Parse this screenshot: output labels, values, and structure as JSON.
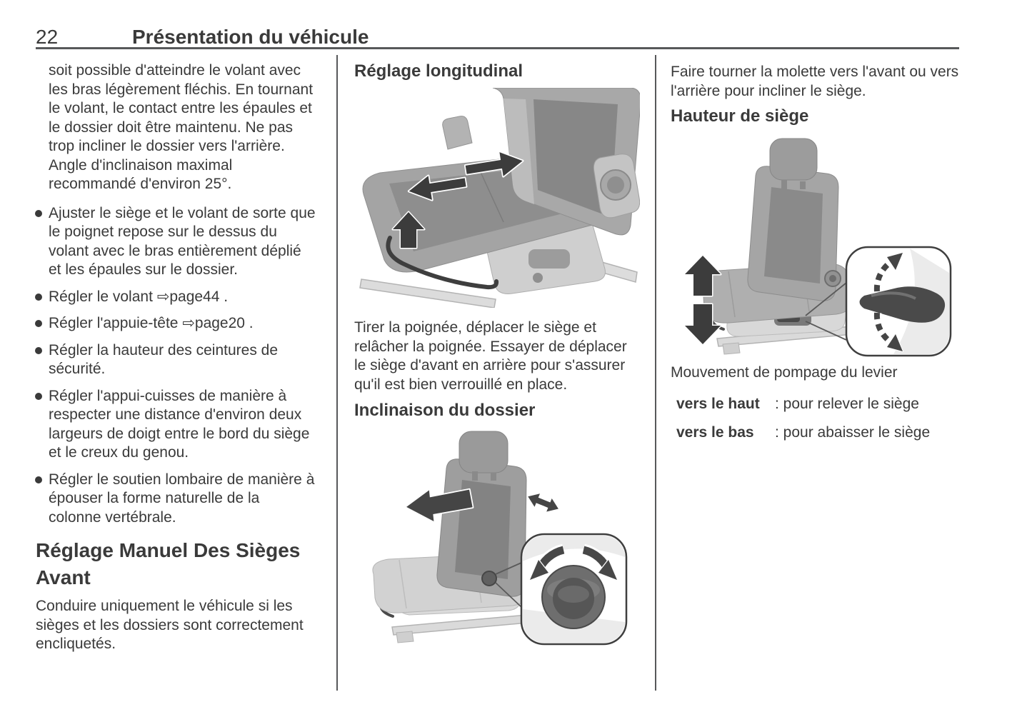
{
  "header": {
    "page_number": "22",
    "chapter_title": "Présentation du véhicule"
  },
  "left_column": {
    "intro_paragraph": "soit possible d'atteindre le volant avec les bras légèrement fléchis. En tournant le volant, le contact entre les épaules et le dossier doit être maintenu. Ne pas trop incliner le dossier vers l'arrière. Angle d'inclinaison maximal recommandé d'environ 25°.",
    "bullets": [
      "Ajuster le siège et le volant de sorte que le poignet repose sur le dessus du volant avec le bras entièrement déplié et les épaules sur le dossier.",
      "Régler le volant ⇨page44 .",
      "Régler l'appuie-tête ⇨page20 .",
      "Régler la hauteur des ceintures de sécurité.",
      "Régler l'appui-cuisses de manière à respecter une distance d'environ deux largeurs de doigt entre le bord du siège et le creux du genou.",
      "Régler le soutien lombaire de manière à épouser la forme naturelle de la colonne vertébrale."
    ],
    "section_heading": "Réglage Manuel Des Sièges Avant",
    "section_paragraph": "Conduire uniquement le véhicule si les sièges et les dossiers sont correctement encliquetés."
  },
  "middle_column": {
    "heading_longitudinal": "Réglage longitudinal",
    "figure_longitudinal": "seat-longitudinal-adjustment-illustration",
    "paragraph_longitudinal": "Tirer la poignée, déplacer le siège et relâcher la poignée. Essayer de déplacer le siège d'avant en arrière pour s'assurer qu'il est bien verrouillé en place.",
    "heading_recline": "Inclinaison du dossier",
    "figure_recline": "seat-backrest-recline-illustration"
  },
  "right_column": {
    "paragraph_tilt": "Faire tourner la molette vers l'avant ou vers l'arrière pour incliner le siège.",
    "heading_height": "Hauteur de siège",
    "figure_height": "seat-height-adjustment-illustration",
    "caption": "Mouvement de pompage du levier",
    "lever_table": [
      {
        "label": "vers le haut",
        "value": ": pour relever le siège"
      },
      {
        "label": "vers le bas",
        "value": ": pour abaisser le siège"
      }
    ]
  },
  "colors": {
    "text": "#3a3a3a",
    "rule": "#57585a",
    "figure_arrow_dark": "#3c3c3c",
    "figure_seat_mid": "#a6a6a6",
    "figure_seat_light": "#d6d6d6"
  }
}
